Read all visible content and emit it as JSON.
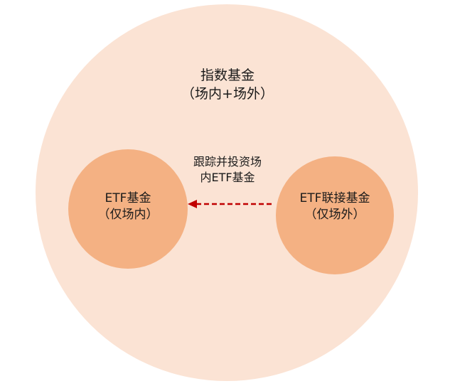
{
  "colors": {
    "outer_fill": "#fbe3d4",
    "inner_fill": "#f4b183",
    "arrow": "#c00000",
    "text": "#1a1a1a"
  },
  "outer": {
    "title": "指数基金",
    "subtitle": "（场内+场外）"
  },
  "left_node": {
    "title": "ETF基金",
    "subtitle": "（仅场内）"
  },
  "right_node": {
    "title": "ETF联接基金",
    "subtitle": "（仅场外）"
  },
  "edge": {
    "line1": "跟踪并投资场",
    "line2": "内ETF基金"
  }
}
